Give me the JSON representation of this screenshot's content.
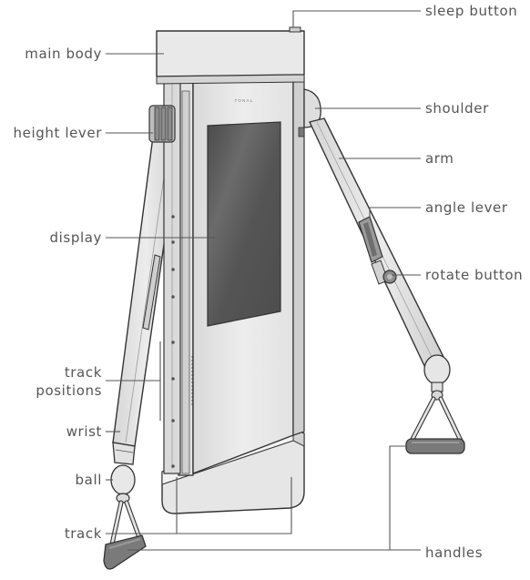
{
  "diagram": {
    "brand_mark": "TONAL",
    "labels": {
      "main_body": "main body",
      "height_lever": "height lever",
      "display": "display",
      "track_positions_line1": "track",
      "track_positions_line2": "positions",
      "wrist": "wrist",
      "ball": "ball",
      "track": "track",
      "sleep_button": "sleep button",
      "shoulder": "shoulder",
      "arm": "arm",
      "angle_lever": "angle lever",
      "rotate_button": "rotate button",
      "handles": "handles"
    }
  }
}
